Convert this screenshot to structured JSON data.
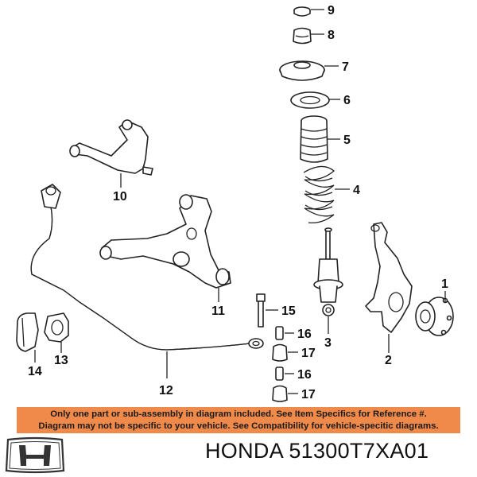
{
  "callouts": [
    {
      "id": "1",
      "label": "1"
    },
    {
      "id": "2",
      "label": "2"
    },
    {
      "id": "3",
      "label": "3"
    },
    {
      "id": "4",
      "label": "4"
    },
    {
      "id": "5",
      "label": "5"
    },
    {
      "id": "6",
      "label": "6"
    },
    {
      "id": "7",
      "label": "7"
    },
    {
      "id": "8",
      "label": "8"
    },
    {
      "id": "9",
      "label": "9"
    },
    {
      "id": "10",
      "label": "10"
    },
    {
      "id": "11",
      "label": "11"
    },
    {
      "id": "12",
      "label": "12"
    },
    {
      "id": "13",
      "label": "13"
    },
    {
      "id": "14",
      "label": "14"
    },
    {
      "id": "15",
      "label": "15"
    },
    {
      "id": "16a",
      "label": "16"
    },
    {
      "id": "16b",
      "label": "16"
    },
    {
      "id": "17a",
      "label": "17"
    },
    {
      "id": "17b",
      "label": "17"
    }
  ],
  "notice": {
    "line1": "Only one part or sub-assembly in diagram included. See Item Specifics for Reference #.",
    "line2": "Diagram may not be specific to your vehicle. See Compatibility for vehicle-specitic diagrams."
  },
  "footer": {
    "brand": "HONDA",
    "part_number": "51300T7XA01",
    "logo_icon": "honda-h-logo-icon"
  },
  "colors": {
    "notice_bg": "#f08a4b",
    "line": "#222222",
    "text": "#111111"
  }
}
